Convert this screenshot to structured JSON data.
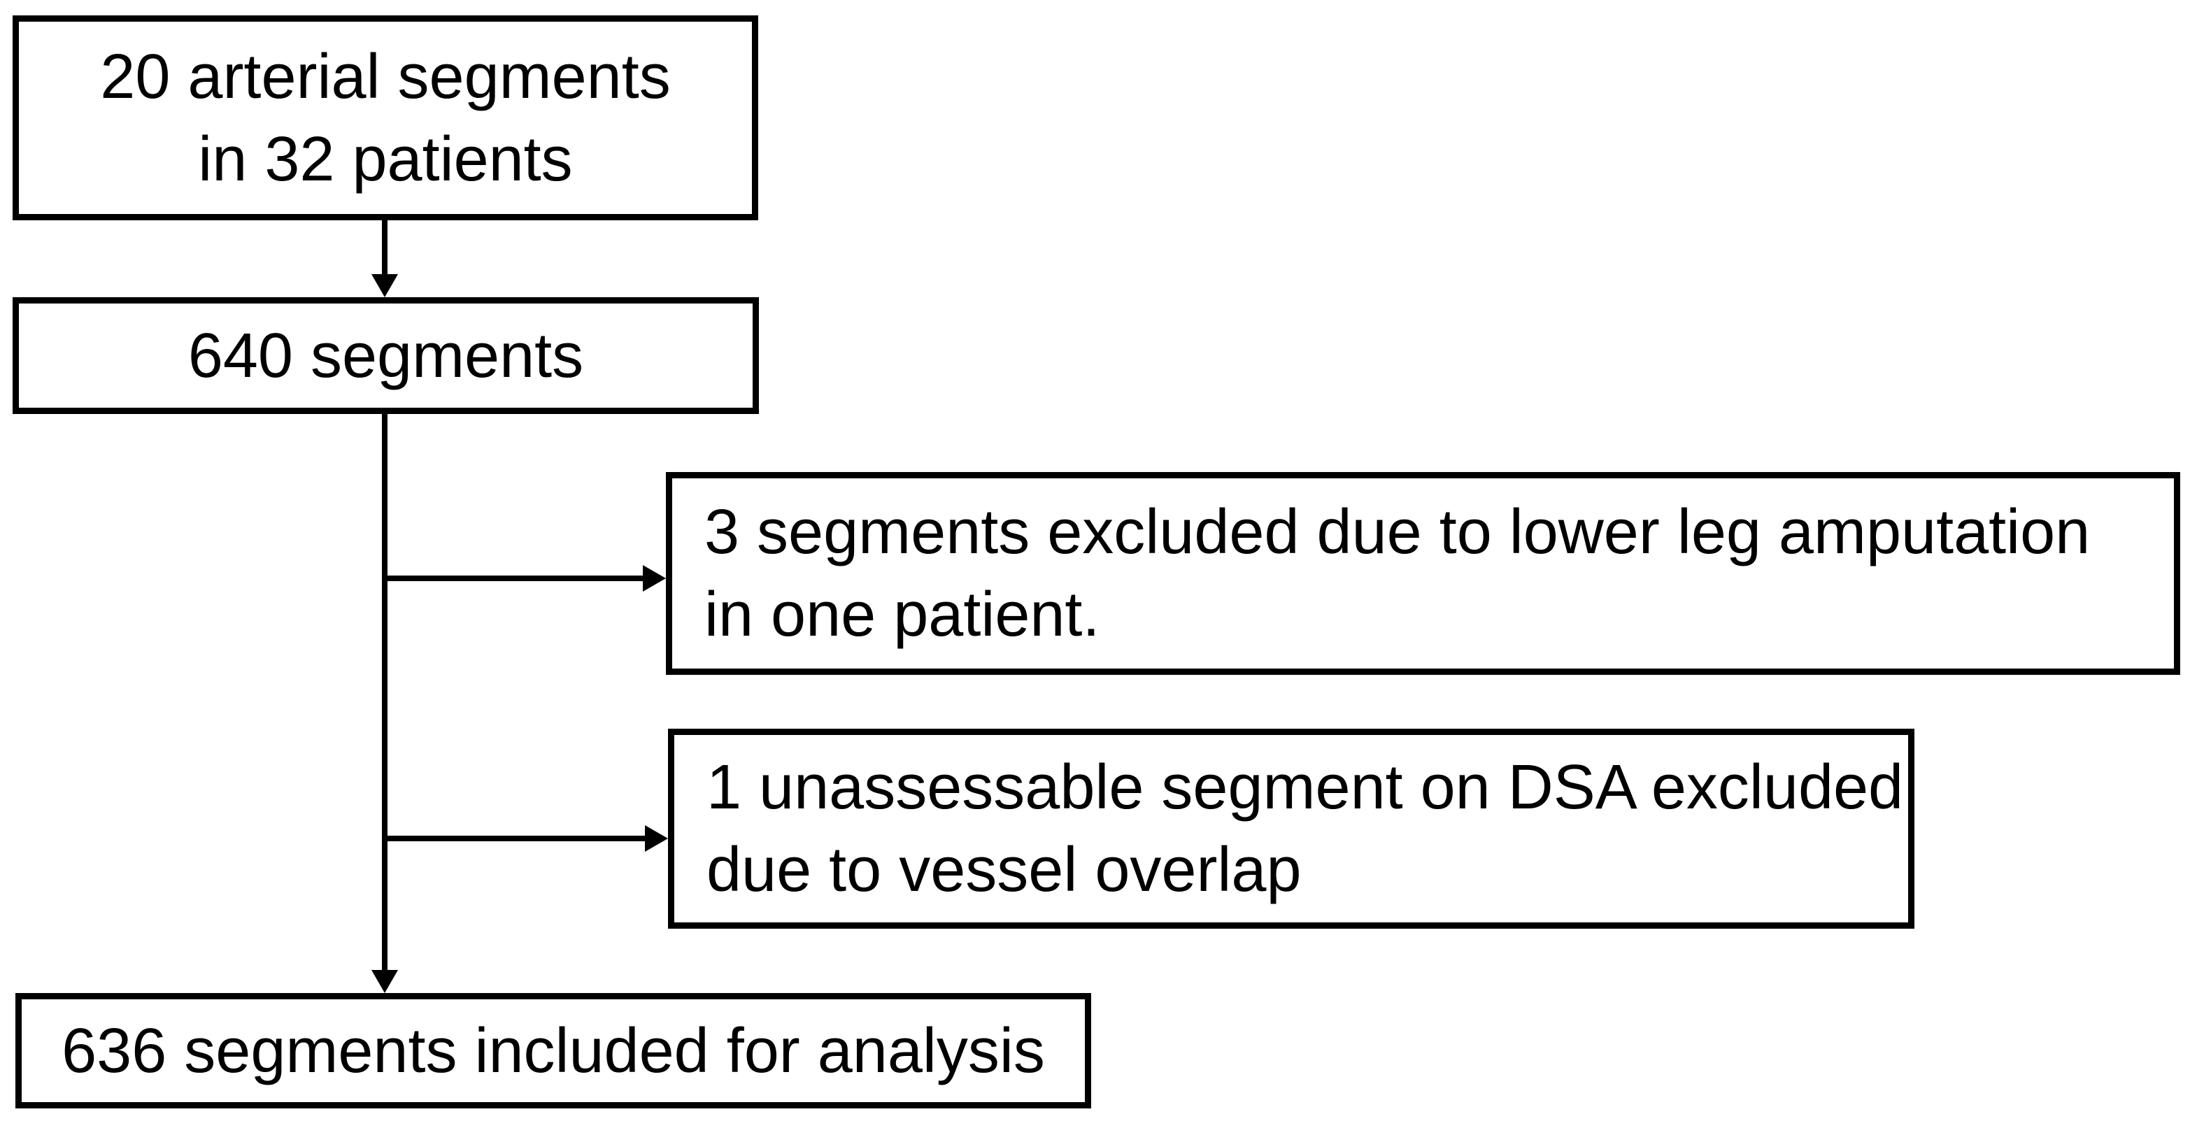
{
  "flowchart": {
    "colors": {
      "line": "#000000",
      "text": "#000000",
      "box_background": "#ffffff",
      "page_background": "#ffffff"
    },
    "boxes": {
      "start": {
        "line1": "20 arterial segments",
        "line2": "in 32 patients"
      },
      "total": {
        "line1": "640 segments"
      },
      "exclusion_amputation": {
        "line1": "3 segments excluded due to lower leg amputation",
        "line2": "in one patient."
      },
      "exclusion_dsa": {
        "line1": "1 unassessable segment on DSA excluded",
        "line2": "due to vessel overlap"
      },
      "final": {
        "line1": "636 segments included for analysis"
      }
    }
  }
}
